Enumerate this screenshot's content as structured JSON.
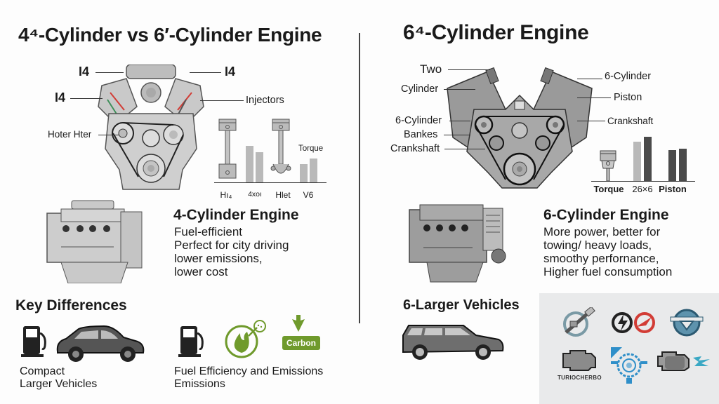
{
  "left": {
    "title": "4⁴-Cylinder vs 6′-Cylinder Engine",
    "diagram_labels": {
      "top_left": "I4",
      "top_right": "I4",
      "left": "I4",
      "injectors": "Injectors",
      "heater": "Hoter Hter"
    },
    "mini_chart": {
      "label_torque": "Torque",
      "ticks": [
        "Hı₄",
        "4xoı",
        "Hlet",
        "V6"
      ]
    },
    "engine_card": {
      "heading": "4-Cylinder Engine",
      "lines": [
        "Fuel-efficient",
        "Perfect for city driving",
        "lower emissions,",
        "lower cost"
      ]
    },
    "key_differences": {
      "heading": "Key Differences",
      "vehicle_caption": [
        "Compact",
        "Larger Vehicles"
      ],
      "efficiency_caption": [
        "Fuel Efficiency and Emissions",
        "Emissions"
      ],
      "carbon_badge": "Carbon"
    }
  },
  "right": {
    "title": "6⁴-Cylinder Engine",
    "diagram_labels": {
      "two": "Two",
      "cylinder": "Cylinder",
      "six_cylinder_left": "6-Cylinder",
      "bankes": "Bankes",
      "crankshaft_left": "Crankshaft",
      "six_cylinder_right": "6-Cylinder",
      "piston": "Piston",
      "crankshaft_right": "Crankshaft"
    },
    "mini_chart": {
      "ticks": [
        "Torque",
        "26×6",
        "Piston"
      ]
    },
    "engine_card": {
      "heading": "6-Cylinder Engine",
      "lines": [
        "More power, better for",
        "towing/ heavy loads,",
        "smoothy perfornance,",
        "Higher fuel consumption"
      ]
    },
    "vehicles": {
      "heading": "6-Larger Vehicles"
    },
    "icon_panel": {
      "caption": "TURIOCHERBO"
    }
  },
  "colors": {
    "green": "#6f9a2c",
    "red": "#d23c35",
    "blue": "#2f8fc9",
    "teal": "#3c7f9c",
    "engine_gray": "#b8b8b8",
    "bar_light": "#b9b9b9",
    "bar_dark": "#4a4a4a"
  },
  "chart_data": [
    {
      "type": "bar",
      "title": "",
      "categories": [
        "Hı₄",
        "4xoı",
        "Hlet",
        "V6"
      ],
      "series": [
        {
          "name": "bar1",
          "values": [
            null,
            100,
            null,
            50
          ]
        },
        {
          "name": "bar2",
          "values": [
            null,
            82,
            null,
            65
          ]
        }
      ],
      "annotations": [
        "Torque"
      ],
      "xlabel": "",
      "ylabel": "",
      "grid": false
    },
    {
      "type": "bar",
      "title": "",
      "categories": [
        "Torque",
        "26×6",
        "Piston"
      ],
      "series": [
        {
          "name": "light",
          "values": [
            null,
            90,
            70
          ]
        },
        {
          "name": "dark",
          "values": [
            null,
            100,
            72
          ]
        }
      ],
      "xlabel": "",
      "ylabel": "",
      "grid": false
    }
  ]
}
